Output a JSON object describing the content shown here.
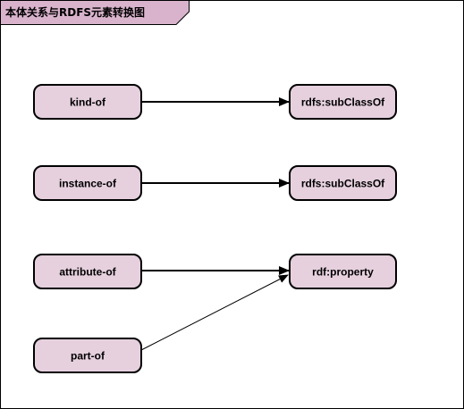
{
  "title": "本体关系与RDFS元素转换图",
  "colors": {
    "node_fill": "#e6d0de",
    "node_stroke": "#000000",
    "tab_fill": "#d9b3cc",
    "edge": "#000000"
  },
  "nodes": {
    "kind_of": "kind-of",
    "instance_of": "instance-of",
    "attribute_of": "attribute-of",
    "part_of": "part-of",
    "subclassof_1": "rdfs:subClassOf",
    "subclassof_2": "rdfs:subClassOf",
    "property": "rdf:property"
  },
  "edges": [
    {
      "from": "kind-of",
      "to": "rdfs:subClassOf"
    },
    {
      "from": "instance-of",
      "to": "rdfs:subClassOf"
    },
    {
      "from": "attribute-of",
      "to": "rdf:property"
    },
    {
      "from": "part-of",
      "to": "rdf:property"
    }
  ]
}
